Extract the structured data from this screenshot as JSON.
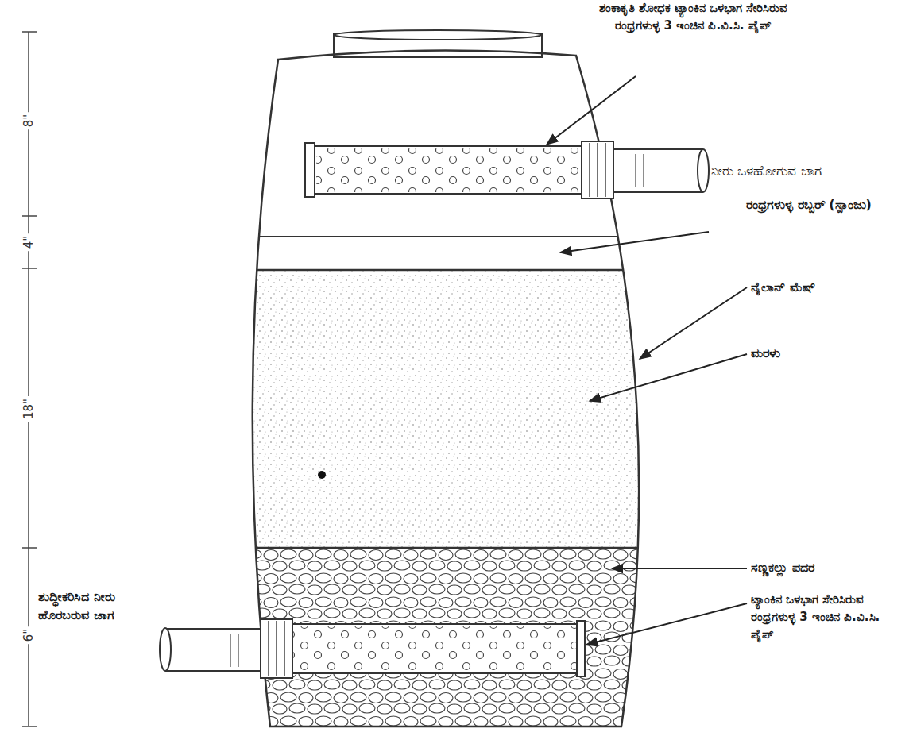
{
  "diagram": {
    "labels": [
      "ಶಂಕಾಕೃತಿ ಶೋಧಕ ಟ್ಯಾಂಕಿನ ಒಳಭಾಗ ಸೇರಿಸಿರುವ ರಂಧ್ರಗಳುಳ್ಳ 3 ಇಂಚಿನ ಪಿ.ವಿ.ಸಿ. ಪೈಪ್",
      "ನೀರು ಒಳಹೋಗುವ ಜಾಗ",
      "ರಂಧ್ರಗಳುಳ್ಳ ರಬ್ಬರ್ (ಸ್ಪಾಂಜು)",
      "ನೈಲಾನ್ ಮೆಷ್",
      "ಮರಳು",
      "ಸಣ್ಣಕಲ್ಲು ಪದರ",
      "ಟ್ಯಾಂಕಿನ ಒಳಭಾಗ ಸೇರಿಸಿರುವ ರಂಧ್ರಗಳುಳ್ಳ 3 ಇಂಚಿನ ಪಿ.ವಿ.ಸಿ. ಪೈಪ್",
      "ಶುದ್ಧೀಕರಿಸಿದ ನೀರು ಹೊರಬರುವ ಜಾಗ",
      "8\"",
      "4\"",
      "18\"",
      "6\""
    ]
  }
}
